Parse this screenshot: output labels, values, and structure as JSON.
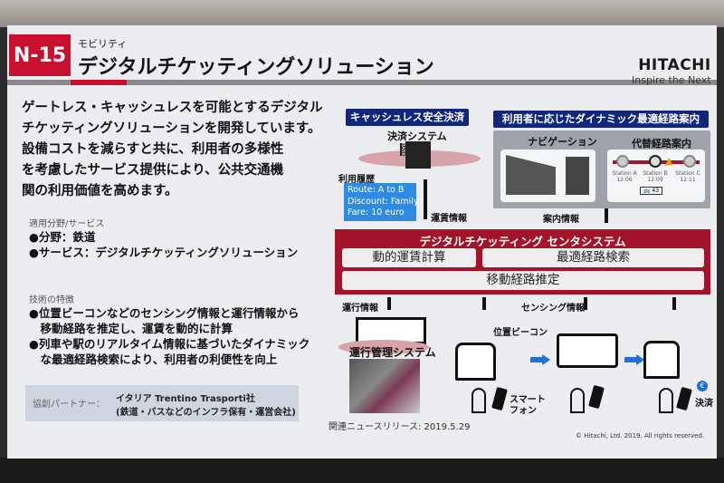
{
  "header": {
    "code": "N-15",
    "category": "モビリティ",
    "title": "デジタルチケッティングソリューション",
    "logo_name": "HITACHI",
    "logo_tagline": "Inspire the Next"
  },
  "lead": [
    "ゲートレス・キャッシュレスを可能とするデジタル",
    "チケッティングソリューションを開発しています。",
    "設備コストを減らすと共に、利用者の多様性",
    "を考慮したサービス提供により、公共交通機",
    "関の利用価値を高めます。"
  ],
  "application": {
    "heading": "適用分野/サービス",
    "items": [
      "●分野：鉄道",
      "●サービス：デジタルチケッティングソリューション"
    ]
  },
  "features": {
    "heading": "技術の特徴",
    "items": [
      "●位置ビーコンなどのセンシング情報と運行情報から",
      "　移動経路を推定し、運賃を動的に計算",
      "●列車や駅のリアルタイム情報に基づいたダイナミック",
      "　な最適経路検索により、利用者の利便性を向上"
    ]
  },
  "partner": {
    "label": "協創パートナー：",
    "line1": "イタリア Trentino Trasporti社",
    "line2": "(鉄道・バスなどのインフラ保有・運営会社)"
  },
  "diagram": {
    "payment_heading": "キャッシュレス安全決済",
    "payment_system": "決済システム",
    "bank_label": "BANK",
    "history_label": "利用履歴",
    "history": [
      "Route: A to B",
      "Discount: Family",
      "Fare: 10 euro"
    ],
    "fare_info": "運賃情報",
    "route_heading": "利用者に応じたダイナミック最適経路案内",
    "navigation": "ナビゲーション",
    "alt_route": "代替経路案内",
    "stations": [
      {
        "name": "Station A",
        "time": "12:06"
      },
      {
        "name": "Station B",
        "time": "12:09"
      },
      {
        "name": "Station C",
        "time": "12:11"
      }
    ],
    "bus_number": "43",
    "guide_info": "案内情報",
    "center": {
      "title": "デジタルチケッティング センタシステム",
      "fare_calc": "動的運賃計算",
      "route_search": "最適経路検索",
      "path_estimation": "移動経路推定"
    },
    "operation_info": "運行情報",
    "sensing_info": "センシング情報",
    "operation_system": "運行管理システム",
    "beacon": "位置ビーコン",
    "smartphone": "スマート\nフォン",
    "payment": "決済"
  },
  "footer": {
    "release": "関連ニュースリリース: 2019.5.29",
    "copyright": "© Hitachi, Ltd. 2019. All rights reserved."
  },
  "colors": {
    "brand_red": "#c8102e",
    "navy": "#13277a",
    "blue": "#2e8be0"
  }
}
